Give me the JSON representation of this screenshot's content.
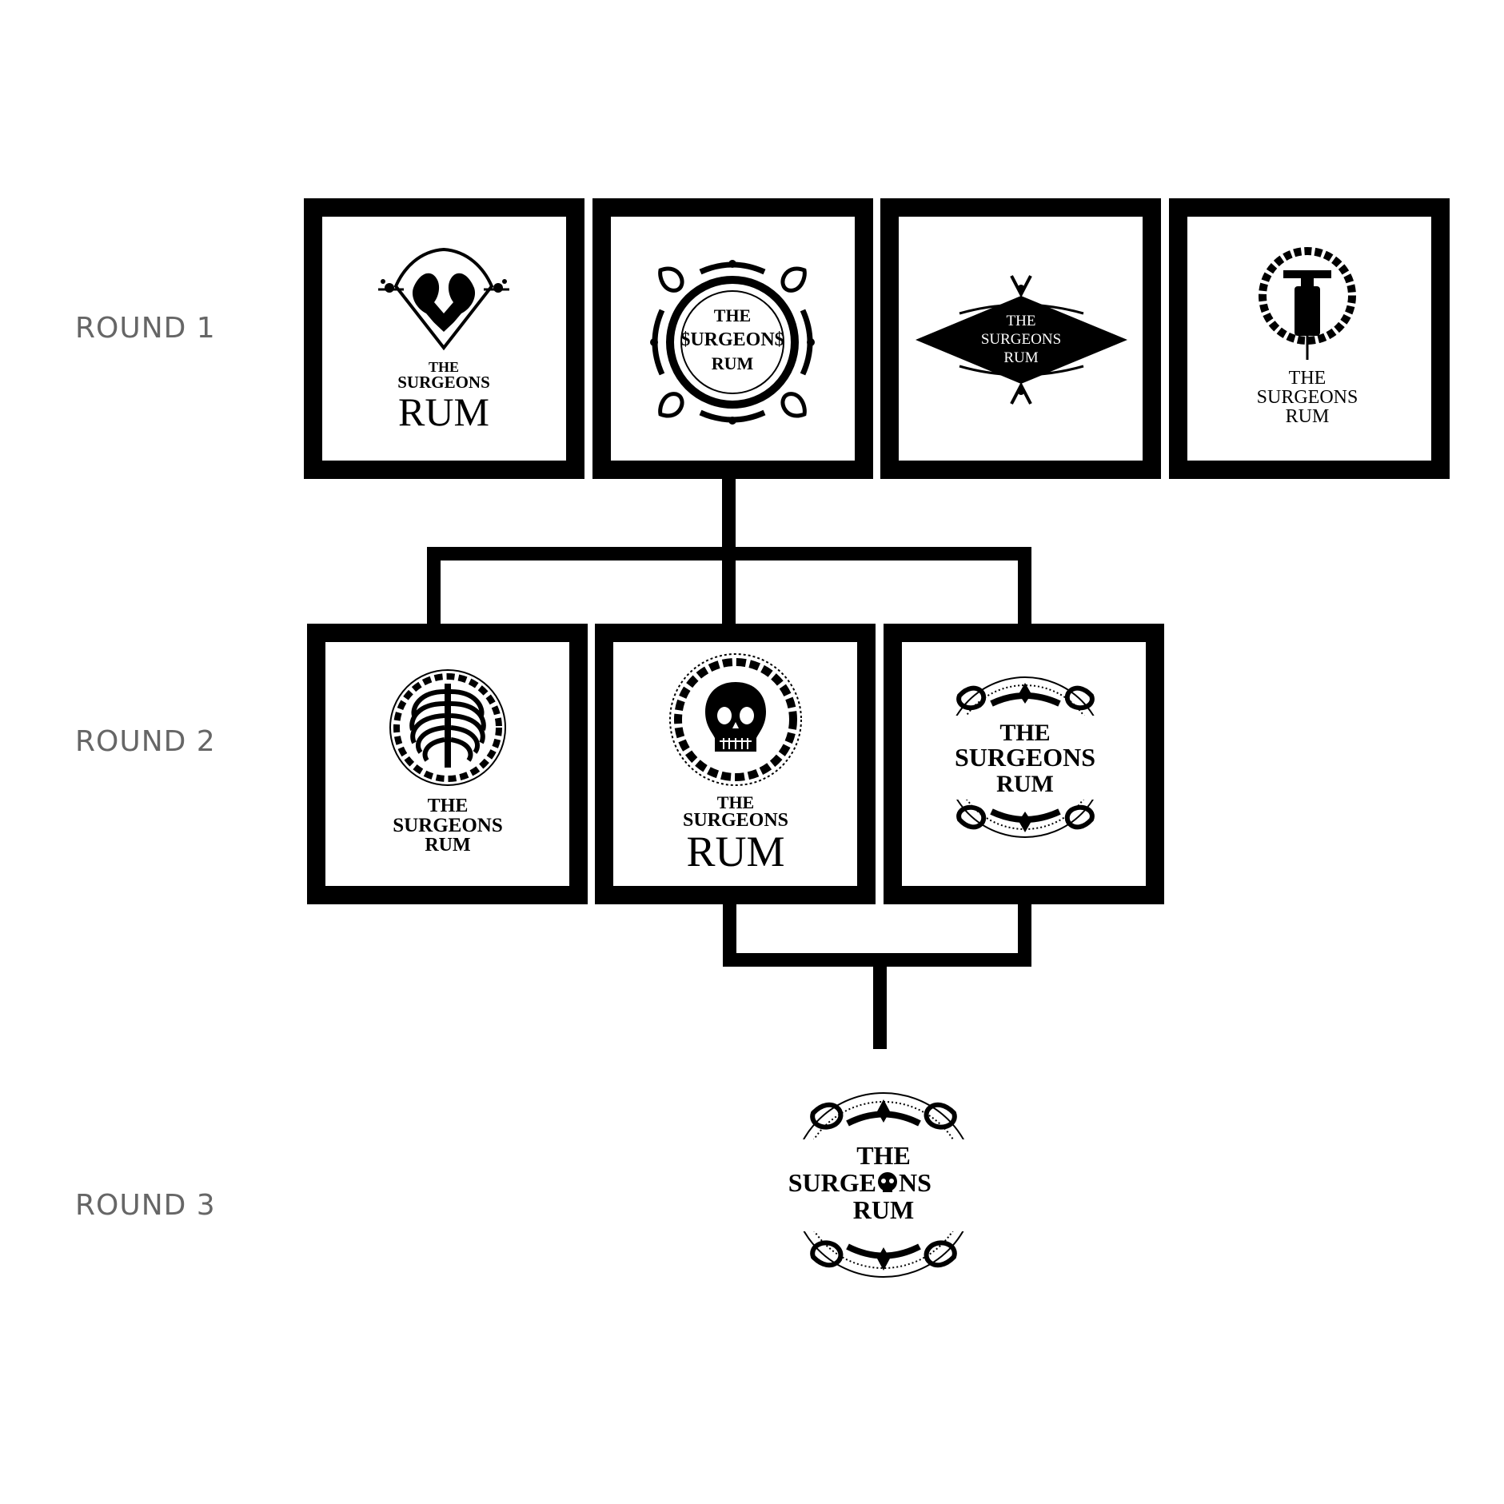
{
  "rounds": [
    {
      "label": "ROUND 1"
    },
    {
      "label": "ROUND 2"
    },
    {
      "label": "ROUND 3"
    }
  ],
  "logos": {
    "r1_1": {
      "icon": "frog-crest-icon",
      "lines": [
        "THE",
        "SURGEONS",
        "RUM"
      ]
    },
    "r1_2": {
      "icon": "ornate-wreath-icon",
      "lines": [
        "THE",
        "$URGEON$",
        "RUM"
      ]
    },
    "r1_3": {
      "icon": "diamond-banner-icon",
      "lines": [
        "THE",
        "SURGEONS",
        "RUM"
      ]
    },
    "r1_4": {
      "icon": "syringe-wreath-icon",
      "lines": [
        "THE",
        "SURGEONS",
        "RUM"
      ]
    },
    "r2_1": {
      "icon": "ribcage-wreath-icon",
      "lines": [
        "THE",
        "SURGEONS",
        "RUM"
      ]
    },
    "r2_2": {
      "icon": "skull-wreath-icon",
      "lines": [
        "THE",
        "SURGEONS",
        "RUM"
      ]
    },
    "r2_3": {
      "icon": "ornate-seal-icon",
      "lines": [
        "THE",
        "SURGEONS",
        "RUM"
      ]
    },
    "r3_1": {
      "icon": "ornate-seal-skull-icon",
      "lines": [
        "THE",
        "SURGE",
        "NS",
        "RUM"
      ]
    }
  },
  "colors": {
    "frame": "#000000",
    "label": "#666666",
    "background": "#ffffff"
  }
}
